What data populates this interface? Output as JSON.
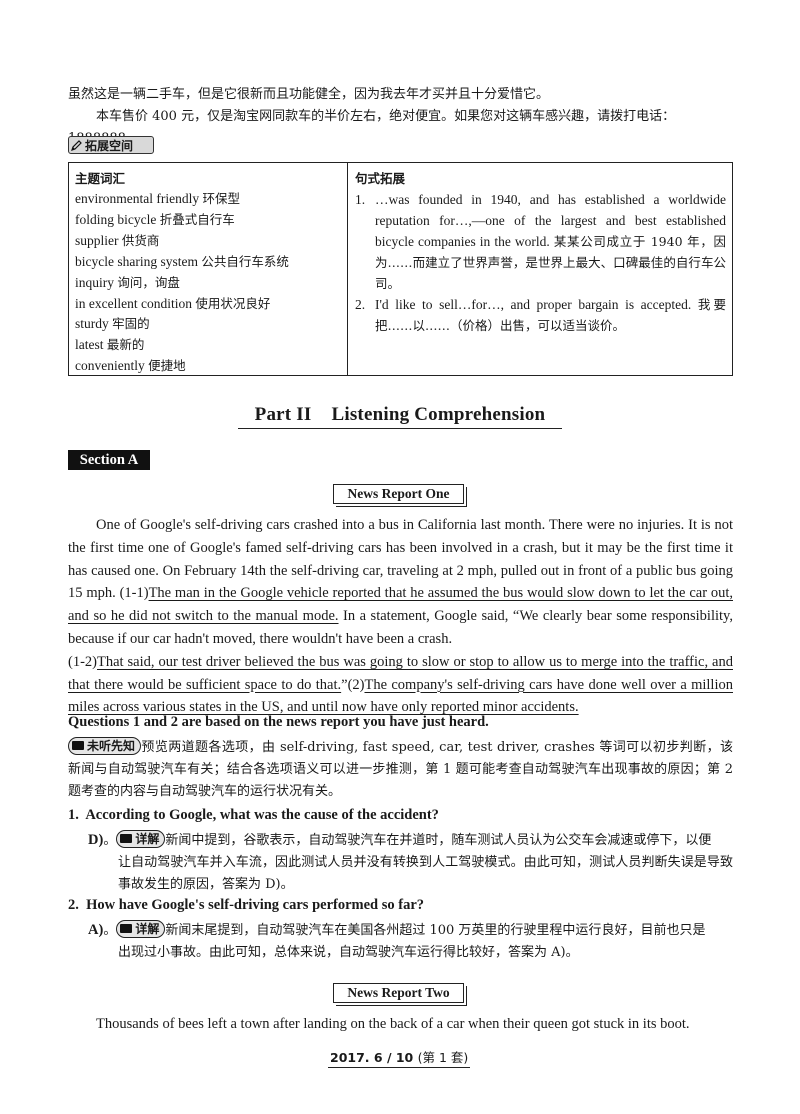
{
  "intro": {
    "line1": "虽然这是一辆二手车，但是它很新而且功能健全，因为我去年才买并且十分爱惜它。",
    "line2": "本车售价 400 元，仅是淘宝网同款车的半价左右，绝对便宜。如果您对这辆车感兴趣，请拨打电话：1888888。"
  },
  "expand_tag": {
    "label": "拓展空间",
    "icon": "pencil-icon"
  },
  "table": {
    "left_header": "主题词汇",
    "vocab": [
      {
        "en": "environmental friendly",
        "zh": "环保型"
      },
      {
        "en": "folding bicycle",
        "zh": "折叠式自行车"
      },
      {
        "en": "supplier",
        "zh": "供货商"
      },
      {
        "en": "bicycle sharing system",
        "zh": "公共自行车系统"
      },
      {
        "en": "inquiry",
        "zh": "询问，询盘"
      },
      {
        "en": "in excellent condition",
        "zh": "使用状况良好"
      },
      {
        "en": "sturdy",
        "zh": "牢固的"
      },
      {
        "en": "latest",
        "zh": "最新的"
      },
      {
        "en": "conveniently",
        "zh": "便捷地"
      }
    ],
    "right_header": "句式拓展",
    "patterns": [
      {
        "num": "1.",
        "en": "…was founded in 1940, and has established a worldwide reputation for…,—one of the largest and best established bicycle companies in the world.",
        "zh": "某某公司成立于 1940 年，因为……而建立了世界声誉，是世界上最大、口碑最佳的自行车公司。"
      },
      {
        "num": "2.",
        "en": "I'd like to sell…for…, and proper bargain is accepted.",
        "zh": "我要把……以……（价格）出售，可以适当谈价。"
      }
    ]
  },
  "part_title": {
    "part": "Part II",
    "name": "Listening Comprehension"
  },
  "section_label": "Section A",
  "report_one": "News Report One",
  "report_two": "News Report Two",
  "story": {
    "s1": "One of Google's self-driving cars crashed into a bus in California last month. There were no injuries. It is not the first time one of Google's famed self-driving cars has been involved in a crash, but it may be the first time it has caused one. On February 14th the self-driving car, traveling at 2 mph, pulled out in front of a public bus going 15 mph. ",
    "m11": "(1-1)",
    "u11": "The man in the Google vehicle reported that he assumed the bus would slow down to let the car out, and so he did not switch to the manual mode.",
    "s2": " In a statement, Google said, “We clearly bear some responsibility, because if our car hadn't moved, there wouldn't have been a crash.",
    "m12": "(1-2)",
    "u12": "That said, our test driver believed the bus was going to slow or stop to allow us to merge into the traffic, and that there would be sufficient space to do that.",
    "s3": "”",
    "m2": "(2)",
    "u2": "The company's self-driving cars have done well over a million miles across various states in the US, and until now have only reported minor accidents."
  },
  "questions_head": "Questions 1 and 2 are based on the news report you have just heard.",
  "preview": {
    "label": "未听先知",
    "text": "预览两道题各选项，由 self-driving, fast speed, car, test driver, crashes 等词可以初步判断，该新闻与自动驾驶汽车有关；结合各选项语义可以进一步推测，第 1 题可能考查自动驾驶汽车出现事故的原因；第 2 题考查的内容与自动驾驶汽车的运行状况有关。"
  },
  "questions": [
    {
      "num": "1.",
      "question": "According to Google, what was the cause of the accident?",
      "answer": "D",
      "detail_label": "详解",
      "detail_first": "新闻中提到，谷歌表示，自动驾驶汽车在并道时，随车测试人员认为公交车会减速或停下，以便",
      "detail_rest": "让自动驾驶汽车并入车流，因此测试人员并没有转换到人工驾驶模式。由此可知，测试人员判断失误是导致事故发生的原因，答案为 D)。"
    },
    {
      "num": "2.",
      "question": "How have Google's self-driving cars performed so far?",
      "answer": "A",
      "detail_label": "详解",
      "detail_first": "新闻末尾提到，自动驾驶汽车在美国各州超过 100 万英里的行驶里程中运行良好，目前也只是",
      "detail_rest": "出现过小事故。由此可知，总体来说，自动驾驶汽车运行得比较好，答案为 A)。"
    }
  ],
  "last_line": "Thousands of bees left a town after landing on the back of a car when their queen got stuck in its boot.",
  "footer": {
    "issue": "2017. 6 / 10",
    "set": "(第 1 套)"
  }
}
